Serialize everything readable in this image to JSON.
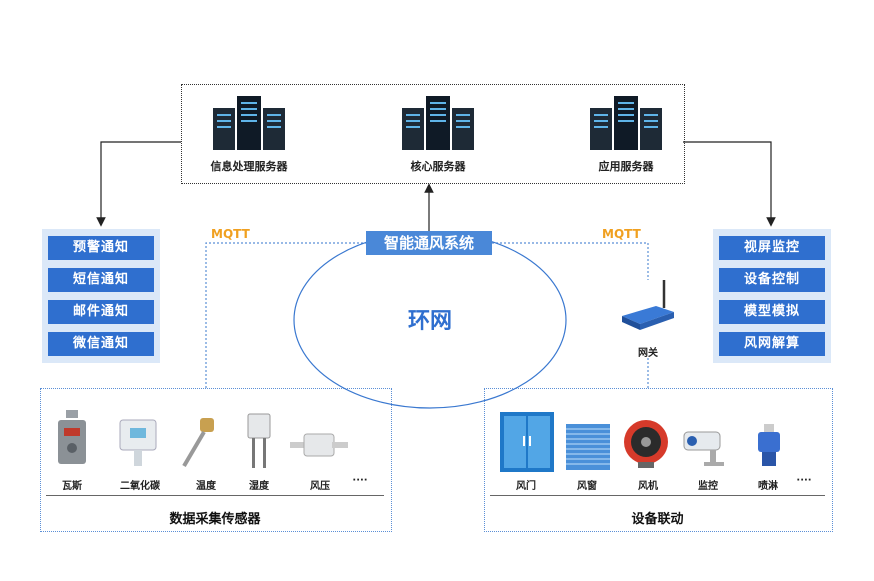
{
  "servers": [
    {
      "label": "信息处理服务器"
    },
    {
      "label": "核心服务器"
    },
    {
      "label": "应用服务器"
    }
  ],
  "left_panel": {
    "items": [
      "预警通知",
      "短信通知",
      "邮件通知",
      "微信通知"
    ]
  },
  "right_panel": {
    "items": [
      "视屏监控",
      "设备控制",
      "模型模拟",
      "风网解算"
    ]
  },
  "mqtt_left": "MQTT",
  "mqtt_right": "MQTT",
  "system_title": "智能通风系统",
  "ring_label": "环网",
  "gateway_label": "网关",
  "sensors": {
    "title": "数据采集传感器",
    "items": [
      "瓦斯",
      "二氧化碳",
      "温度",
      "湿度",
      "风压"
    ],
    "more": "····"
  },
  "devices": {
    "title": "设备联动",
    "items": [
      "风门",
      "风窗",
      "风机",
      "监控",
      "喷淋"
    ],
    "more": "····"
  },
  "colors": {
    "accent_blue": "#2f6fcf",
    "panel_bg": "#dbe8f8",
    "mqtt_orange": "#f0a020"
  }
}
